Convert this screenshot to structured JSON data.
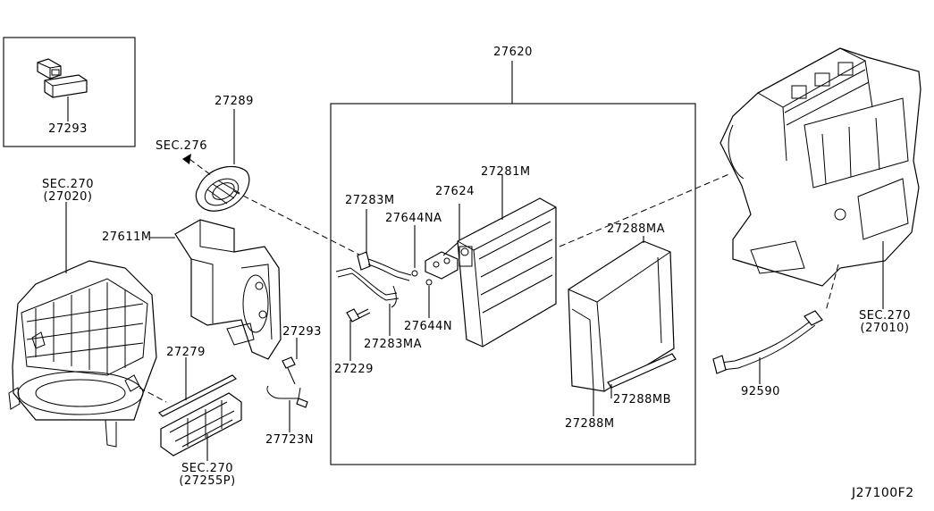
{
  "diagram": {
    "code": "J27100F2",
    "labels": {
      "inset_27293": "27293",
      "p27289": "27289",
      "sec276": "SEC.276",
      "sec270_a": "SEC.270",
      "p27020": "(27020)",
      "p27611m": "27611M",
      "p27279": "27279",
      "sec270_b": "SEC.270",
      "p27255p": "(27255P)",
      "p27293": "27293",
      "p27723n": "27723N",
      "p27620": "27620",
      "p27283m": "27283M",
      "p27644na": "27644NA",
      "p27624": "27624",
      "p27281m": "27281M",
      "p27644n": "27644N",
      "p27283ma": "27283MA",
      "p27229": "27229",
      "p27288ma": "27288MA",
      "p27288mb": "27288MB",
      "p27288m": "27288M",
      "sec270_c": "SEC.270",
      "p27010": "(27010)",
      "p92590": "92590"
    }
  }
}
